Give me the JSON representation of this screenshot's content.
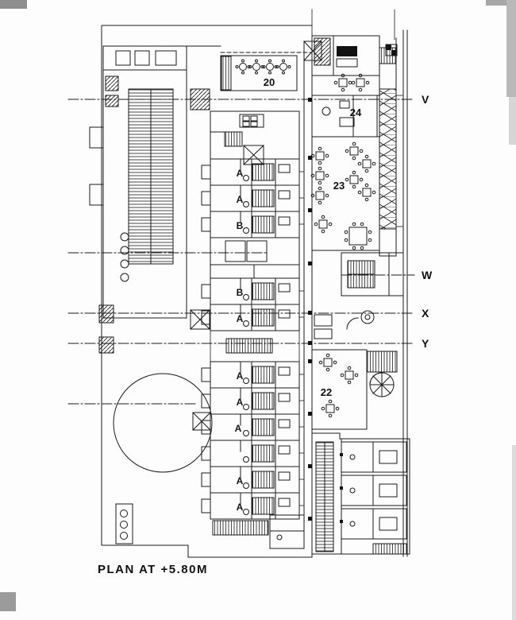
{
  "title": "PLAN AT +5.80M",
  "sections": {
    "v": "V",
    "w": "W",
    "x": "X",
    "y": "Y"
  },
  "rooms": {
    "r20": "20",
    "r24": "24",
    "r23": "23",
    "r22": "22"
  },
  "units": {
    "top": [
      "A",
      "A",
      "B",
      "B",
      "A"
    ],
    "bottom": [
      "A",
      "A",
      "A",
      "A",
      "A"
    ]
  }
}
